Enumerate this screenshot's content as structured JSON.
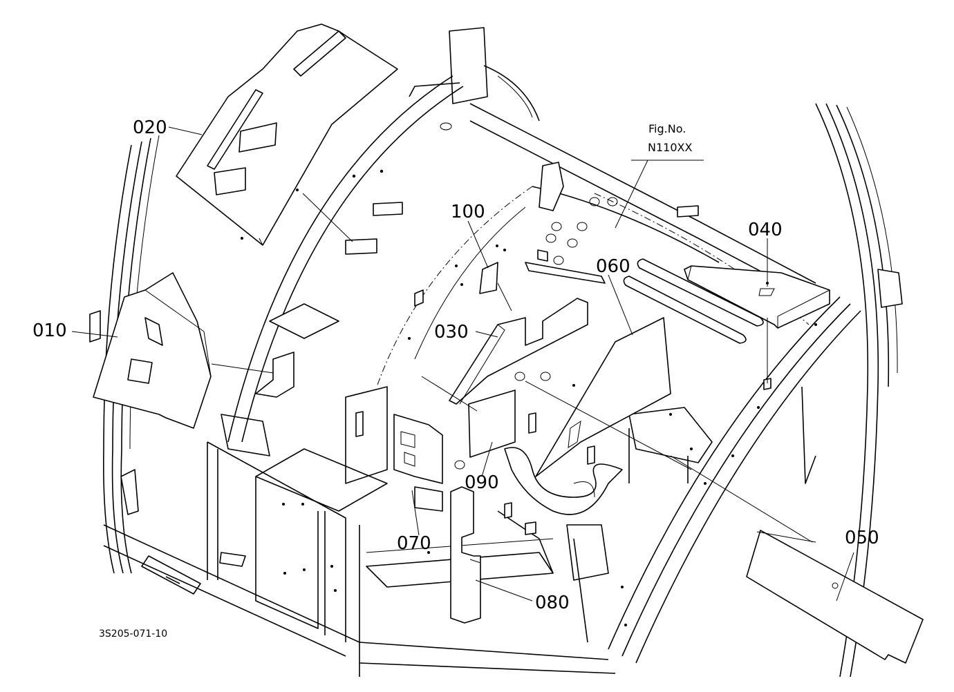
{
  "figure": {
    "fig_label": "Fig.No.",
    "fig_number": "N110XX",
    "drawing_code": "3S205-071-10"
  },
  "callouts": [
    {
      "id": "010",
      "label": "010"
    },
    {
      "id": "020",
      "label": "020"
    },
    {
      "id": "030",
      "label": "030"
    },
    {
      "id": "040",
      "label": "040"
    },
    {
      "id": "050",
      "label": "050"
    },
    {
      "id": "060",
      "label": "060"
    },
    {
      "id": "070",
      "label": "070"
    },
    {
      "id": "080",
      "label": "080"
    },
    {
      "id": "090",
      "label": "090"
    },
    {
      "id": "100",
      "label": "100"
    }
  ]
}
